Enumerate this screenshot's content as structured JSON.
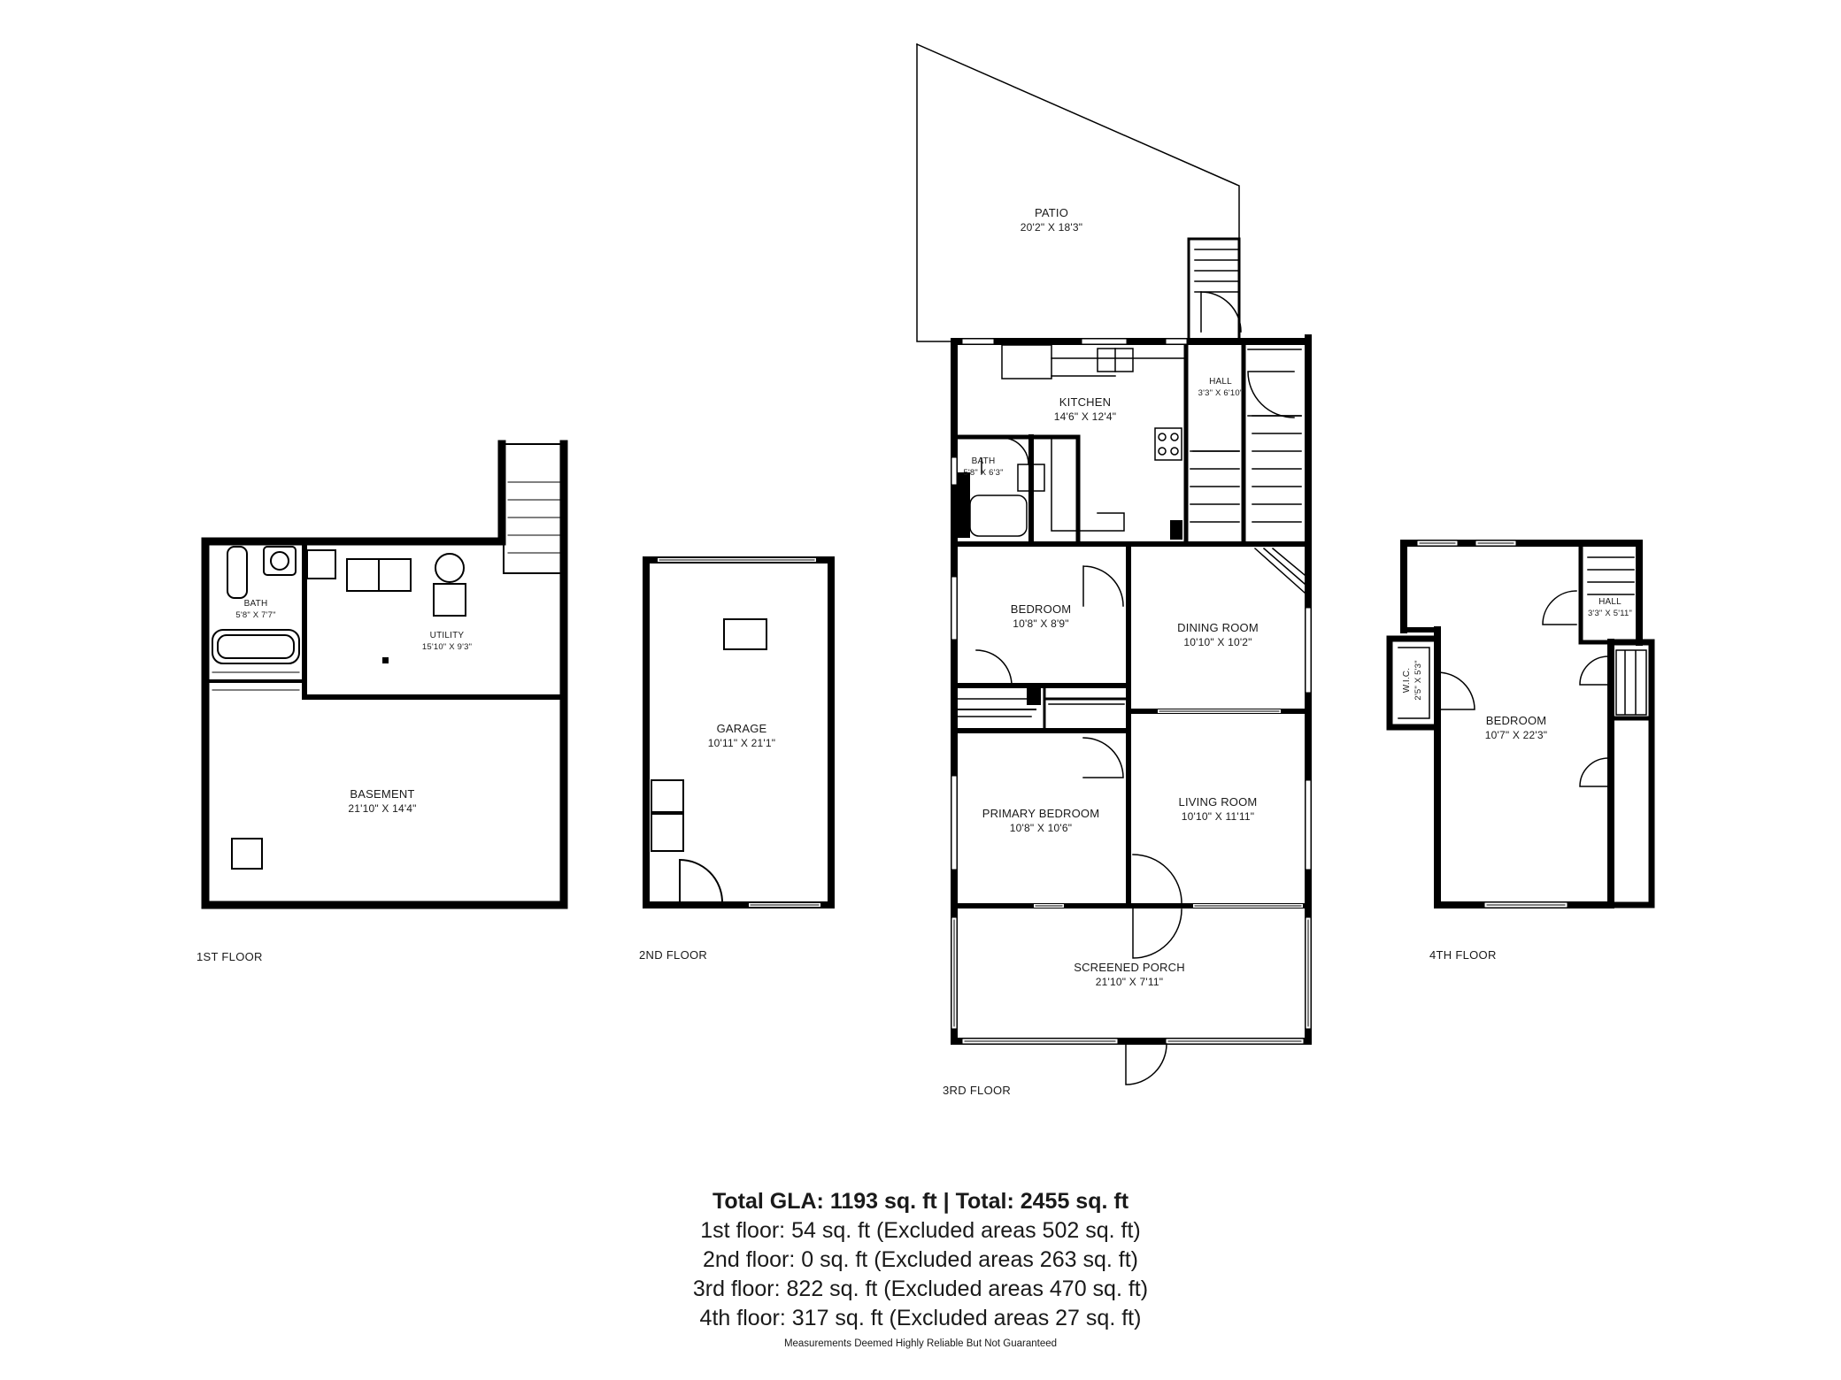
{
  "floors": [
    {
      "id": "1st",
      "label": "1ST FLOOR",
      "rooms": [
        {
          "name": "BATH",
          "dims": "5'8\" X 7'7\""
        },
        {
          "name": "UTILITY",
          "dims": "15'10\" X 9'3\""
        },
        {
          "name": "BASEMENT",
          "dims": "21'10\" X 14'4\""
        }
      ]
    },
    {
      "id": "2nd",
      "label": "2ND FLOOR",
      "rooms": [
        {
          "name": "GARAGE",
          "dims": "10'11\" X 21'1\""
        }
      ]
    },
    {
      "id": "3rd",
      "label": "3RD FLOOR",
      "rooms": [
        {
          "name": "PATIO",
          "dims": "20'2\" X 18'3\""
        },
        {
          "name": "KITCHEN",
          "dims": "14'6\" X 12'4\""
        },
        {
          "name": "HALL",
          "dims": "3'3\" X 6'10\""
        },
        {
          "name": "BATH",
          "dims": "5'8\" X 6'3\""
        },
        {
          "name": "BEDROOM",
          "dims": "10'8\" X 8'9\""
        },
        {
          "name": "DINING ROOM",
          "dims": "10'10\" X 10'2\""
        },
        {
          "name": "PRIMARY BEDROOM",
          "dims": "10'8\" X 10'6\""
        },
        {
          "name": "LIVING ROOM",
          "dims": "10'10\" X 11'11\""
        },
        {
          "name": "SCREENED PORCH",
          "dims": "21'10\" X 7'11\""
        }
      ]
    },
    {
      "id": "4th",
      "label": "4TH FLOOR",
      "rooms": [
        {
          "name": "HALL",
          "dims": "3'3\" X 5'11\""
        },
        {
          "name": "W.I.C.",
          "dims": "2'5\" X 5'3\""
        },
        {
          "name": "BEDROOM",
          "dims": "10'7\" X 22'3\""
        }
      ]
    }
  ],
  "summary": {
    "total": "Total GLA: 1193 sq. ft | Total: 2455 sq. ft",
    "lines": [
      "1st floor: 54 sq. ft (Excluded areas 502 sq. ft)",
      "2nd floor: 0 sq. ft (Excluded areas 263 sq. ft)",
      "3rd floor: 822 sq. ft (Excluded areas 470 sq. ft)",
      "4th floor: 317 sq. ft (Excluded areas 27 sq. ft)"
    ]
  },
  "disclaimer": "Measurements Deemed Highly Reliable But Not Guaranteed"
}
